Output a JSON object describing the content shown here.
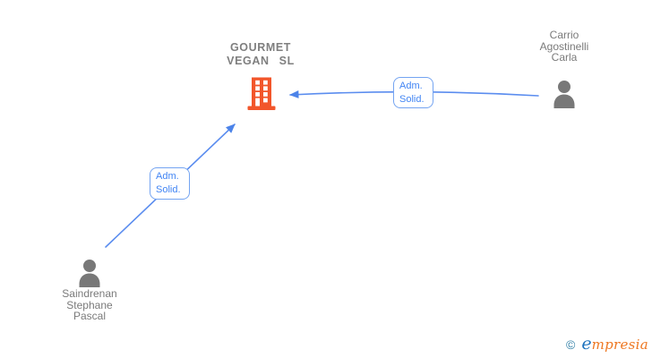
{
  "diagram_type": "company-relations-network",
  "company": {
    "name": "GOURMET VEGAN SL",
    "name_lines": [
      "GOURMET",
      "VEGAN SL"
    ]
  },
  "persons": [
    {
      "name": "Carrio Agostinelli Carla",
      "name_lines": [
        "Carrio",
        "Agostinelli",
        "Carla"
      ]
    },
    {
      "name": "Saindrenan Stephane Pascal",
      "name_lines": [
        "Saindrenan",
        "Stephane",
        "Pascal"
      ]
    }
  ],
  "edges": [
    {
      "from": "Carrio Agostinelli Carla",
      "to": "GOURMET VEGAN SL",
      "label_lines": [
        "Adm.",
        "Solid."
      ]
    },
    {
      "from": "Saindrenan Stephane Pascal",
      "to": "GOURMET VEGAN SL",
      "label_lines": [
        "Adm.",
        "Solid."
      ]
    }
  ],
  "footer": {
    "copyright_symbol": "©",
    "brand_lead": "e",
    "brand_rest": "mpresia"
  },
  "colors": {
    "edge_blue": "#5b8def",
    "arrow_blue": "#4c83e9",
    "label_text_blue": "#4285f4",
    "label_border_blue": "#74a4f1",
    "building_orange": "#f2562b",
    "person_gray": "#787878",
    "name_text_gray": "#7a7a7a",
    "company_text_gray": "#7f7f7f",
    "brand_orange": "#ee7721",
    "brand_blue": "#1e73be",
    "copyright_teal": "#2f7fa6"
  }
}
